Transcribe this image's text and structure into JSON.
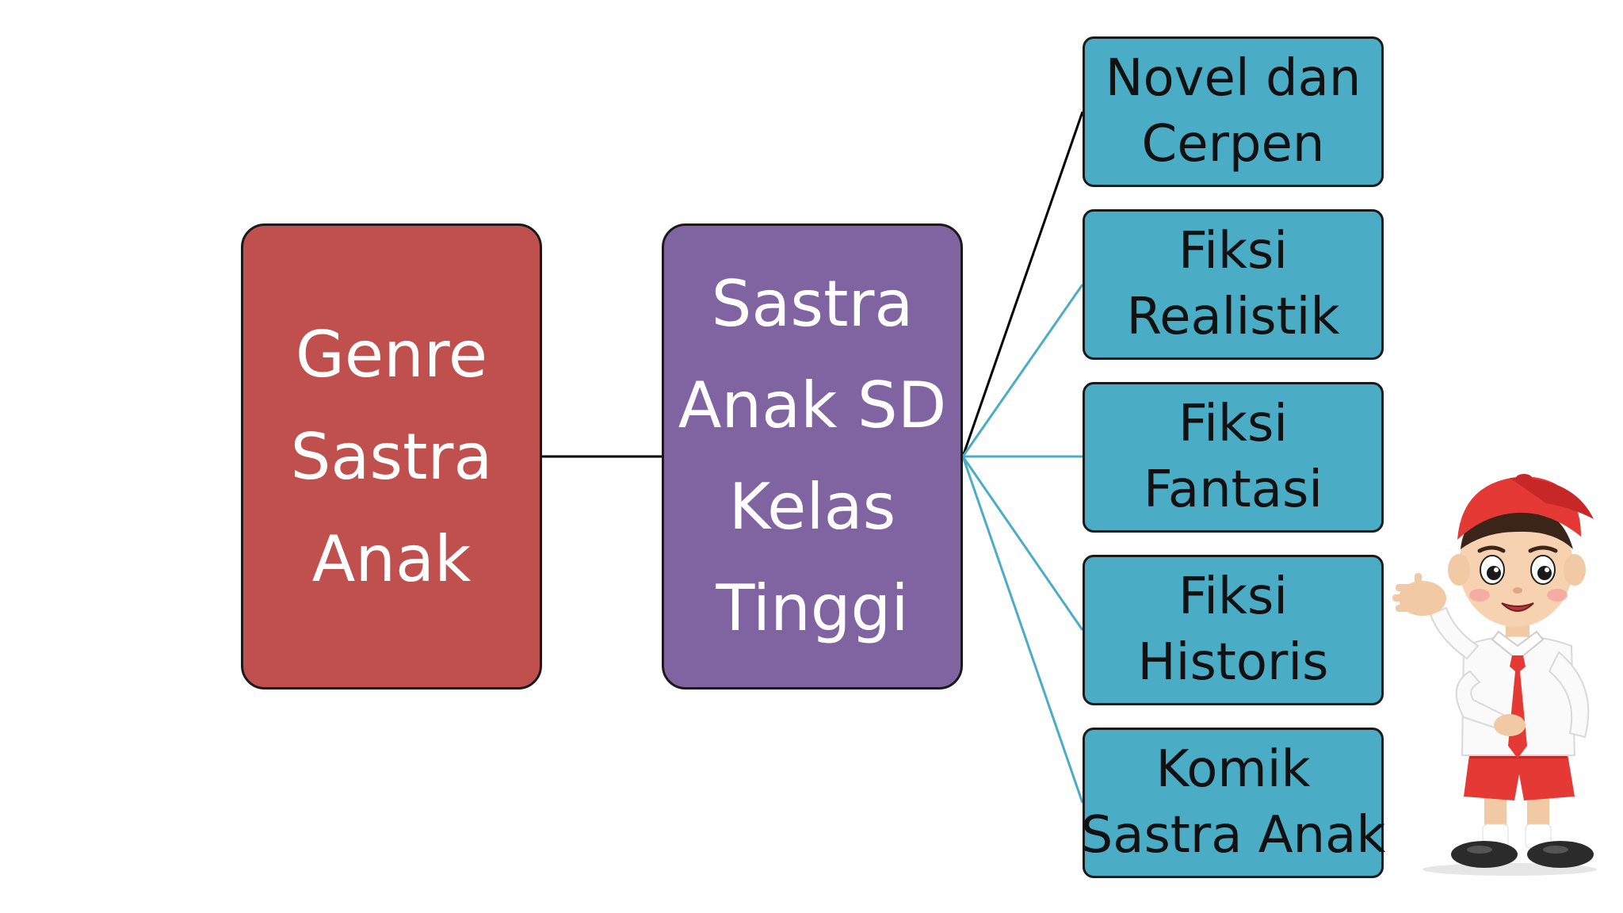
{
  "diagram": {
    "root": {
      "lines": [
        "Genre",
        "Sastra",
        "Anak"
      ]
    },
    "middle": {
      "lines": [
        "Sastra",
        "Anak SD",
        "Kelas",
        "Tinggi"
      ]
    },
    "leaves": [
      {
        "lines": [
          "Novel dan",
          "Cerpen"
        ]
      },
      {
        "lines": [
          "Fiksi",
          "Realistik"
        ]
      },
      {
        "lines": [
          "Fiksi",
          "Fantasi"
        ]
      },
      {
        "lines": [
          "Fiksi",
          "Historis"
        ]
      },
      {
        "lines": [
          "Komik",
          "Sastra Anak"
        ]
      }
    ]
  },
  "colors": {
    "root_fill": "#c0504d",
    "middle_fill": "#8064a2",
    "leaf_fill": "#4bacc6",
    "connector_dark": "#000000",
    "connector_light": "#4bacc6"
  },
  "mascot": {
    "icon": "schoolboy-mascot-icon"
  }
}
